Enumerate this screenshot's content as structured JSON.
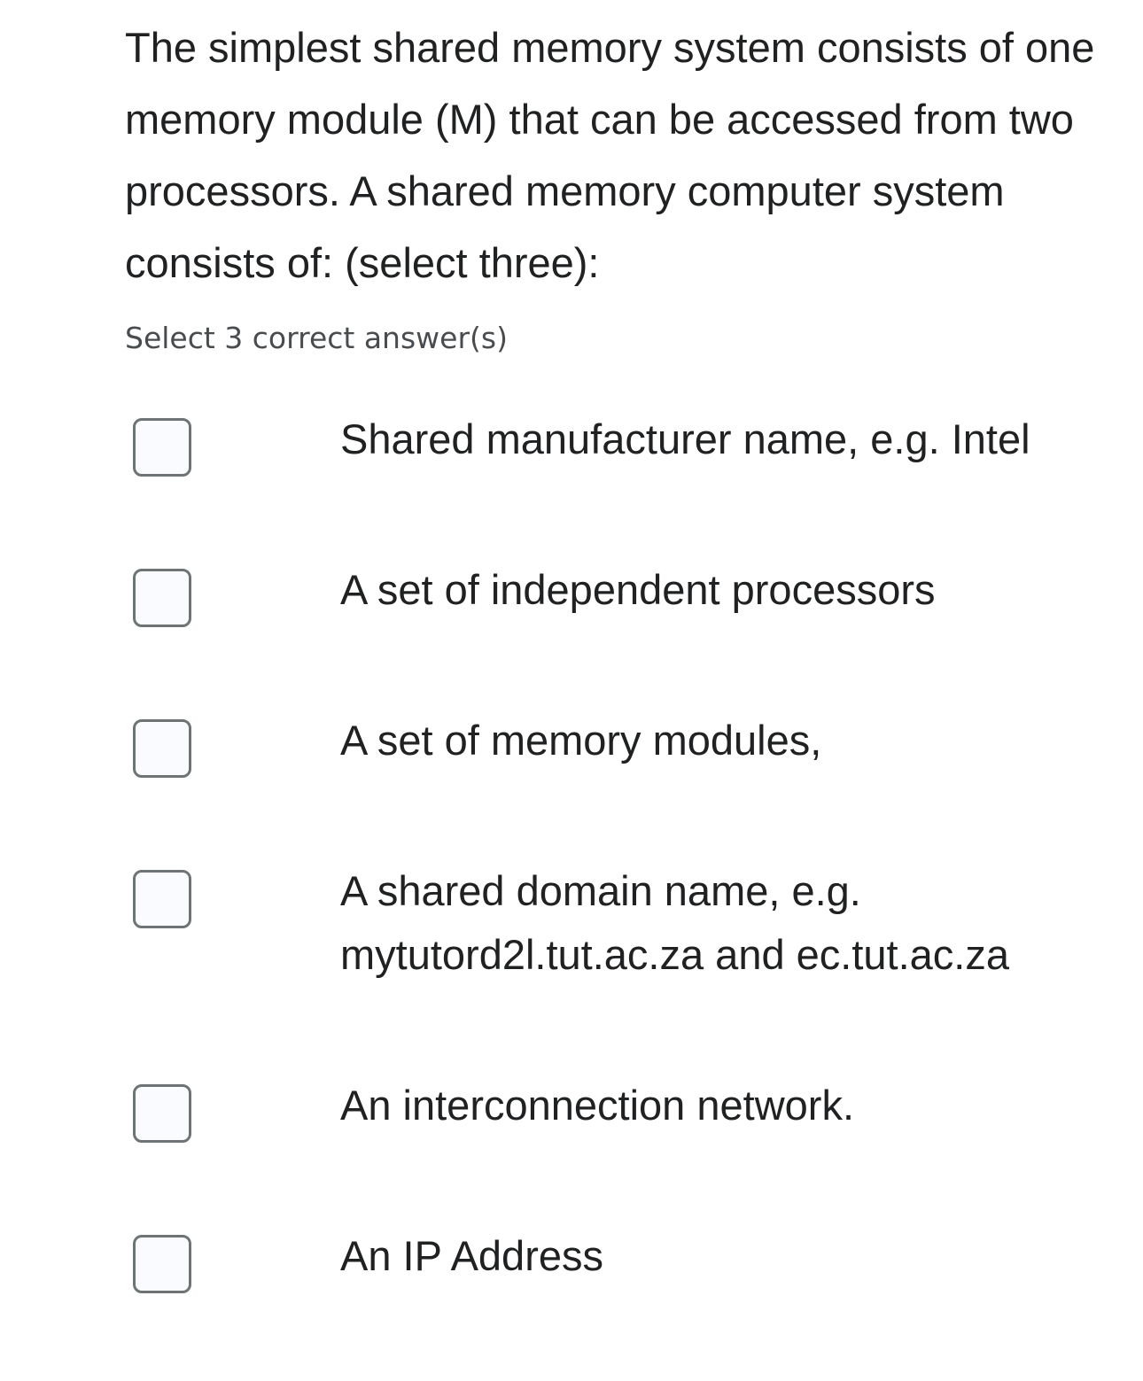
{
  "question": {
    "text": "The simplest shared memory system consists of one memory module (M) that can be accessed from two processors. A shared memory computer system consists of: (select three):"
  },
  "hint": "Select 3 correct answer(s)",
  "options": [
    {
      "label": "Shared manufacturer name, e.g. Intel",
      "checked": false
    },
    {
      "label": "A set of independent processors",
      "checked": false
    },
    {
      "label": "A set of memory modules,",
      "checked": false
    },
    {
      "label": "A shared domain name, e.g. mytutord2l.tut.ac.za and ec.tut.ac.za",
      "checked": false
    },
    {
      "label": "An interconnection network.",
      "checked": false
    },
    {
      "label": "An IP Address",
      "checked": false
    }
  ]
}
